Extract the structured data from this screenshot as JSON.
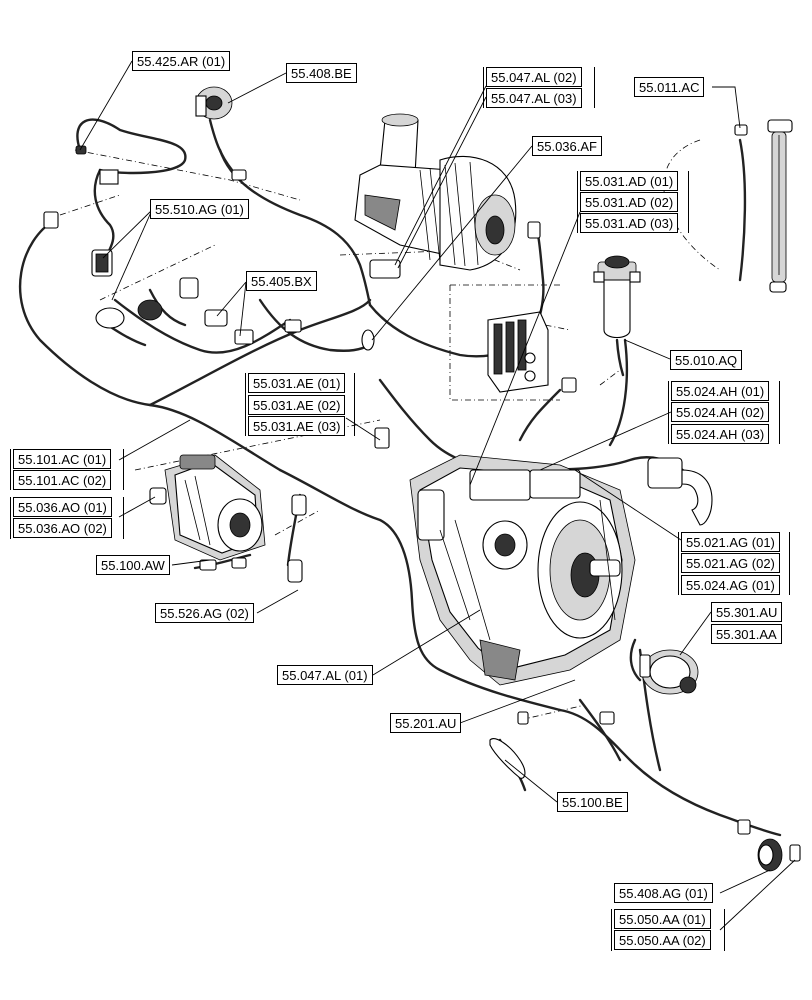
{
  "callouts": {
    "c_55_425_ar_01": "55.425.AR (01)",
    "c_55_408_be": "55.408.BE",
    "c_55_047_al_02": "55.047.AL (02)",
    "c_55_047_al_03": "55.047.AL (03)",
    "c_55_011_ac": "55.011.AC",
    "c_55_036_af": "55.036.AF",
    "c_55_031_ad_01": "55.031.AD (01)",
    "c_55_031_ad_02": "55.031.AD (02)",
    "c_55_031_ad_03": "55.031.AD (03)",
    "c_55_510_ag_01": "55.510.AG (01)",
    "c_55_405_bx": "55.405.BX",
    "c_55_010_aq": "55.010.AQ",
    "c_55_031_ae_01": "55.031.AE (01)",
    "c_55_031_ae_02": "55.031.AE (02)",
    "c_55_031_ae_03": "55.031.AE (03)",
    "c_55_024_ah_01": "55.024.AH (01)",
    "c_55_024_ah_02": "55.024.AH (02)",
    "c_55_024_ah_03": "55.024.AH (03)",
    "c_55_101_ac_01": "55.101.AC (01)",
    "c_55_101_ac_02": "55.101.AC (02)",
    "c_55_036_ao_01": "55.036.AO (01)",
    "c_55_036_ao_02": "55.036.AO (02)",
    "c_55_021_ag_01": "55.021.AG (01)",
    "c_55_021_ag_02": "55.021.AG (02)",
    "c_55_024_ag_01": "55.024.AG (01)",
    "c_55_100_aw": "55.100.AW",
    "c_55_526_ag_02": "55.526.AG (02)",
    "c_55_301_au": "55.301.AU",
    "c_55_301_aa": "55.301.AA",
    "c_55_047_al_01": "55.047.AL (01)",
    "c_55_201_au": "55.201.AU",
    "c_55_100_be": "55.100.BE",
    "c_55_408_ag_01": "55.408.AG (01)",
    "c_55_050_aa_01": "55.050.AA (01)",
    "c_55_050_aa_02": "55.050.AA (02)"
  }
}
